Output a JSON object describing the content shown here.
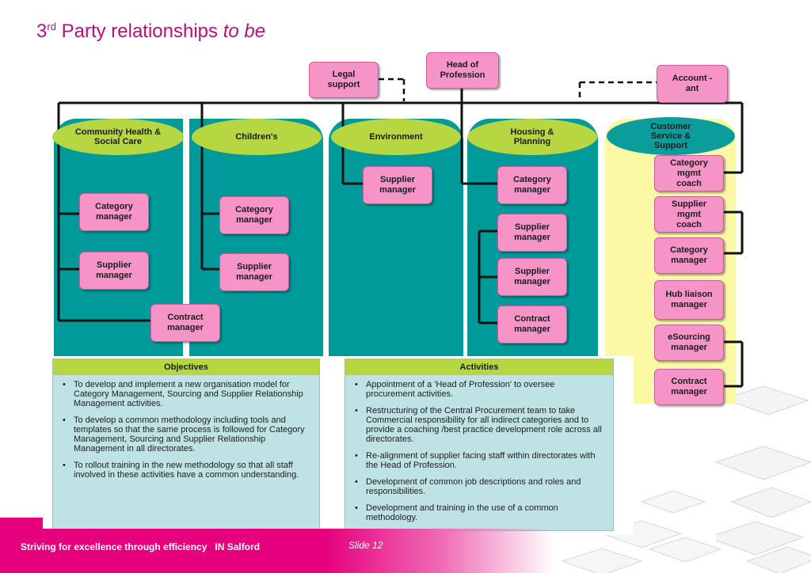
{
  "title": {
    "number": "3",
    "superscript": "rd",
    "main": " Party relationships ",
    "emphasis": "to be"
  },
  "top": {
    "head_of_profession": "Head of Profession",
    "legal_support": "Legal support",
    "accountant": "Account - ant"
  },
  "columns": [
    {
      "heading": "Community Health & Social Care",
      "roles": [
        "Category manager",
        "Supplier manager",
        "Contract manager"
      ]
    },
    {
      "heading": "Children's",
      "roles": [
        "Category manager",
        "Supplier manager"
      ]
    },
    {
      "heading": "Environment",
      "roles": [
        "Supplier manager"
      ]
    },
    {
      "heading": "Housing & Planning",
      "roles": [
        "Category manager",
        "Supplier manager",
        "Supplier manager",
        "Contract manager"
      ]
    },
    {
      "heading": "Customer Service & Support",
      "roles": [
        "Category mgmt coach",
        "Supplier mgmt coach",
        "Category manager",
        "Hub liaison manager",
        "eSourcing manager",
        "Contract manager"
      ]
    }
  ],
  "objectives": {
    "heading": "Objectives",
    "items": [
      "To develop and implement a new organisation model for Category Management, Sourcing and Supplier Relationship Management activities.",
      "To develop a common methodology including tools and templates so that the same process is followed for Category Management, Sourcing and Supplier Relationship Management in all directorates.",
      "To rollout training in the new methodology so that all staff involved in these activities have a common understanding."
    ]
  },
  "activities": {
    "heading": "Activities",
    "items": [
      "Appointment of a 'Head of Profession' to oversee procurement activities.",
      "Restructuring of the Central Procurement team to take Commercial responsibility for all indirect categories and to provide a coaching /best practice development role across all directorates.",
      "Re-alignment of supplier facing staff within directorates with the Head of Profession.",
      "Development of common job descriptions and roles and responsibilities.",
      "Development and training in the use of a common methodology."
    ]
  },
  "footer": {
    "tagline": "Striving for excellence through efficiency   IN Salford",
    "slide": "Slide 12"
  },
  "colors": {
    "title": "#b5107a",
    "teal": "#009a9a",
    "green": "#b6d642",
    "pink": "#f694c8",
    "yellow": "#fbf9a6",
    "footer": "#e6007e"
  }
}
